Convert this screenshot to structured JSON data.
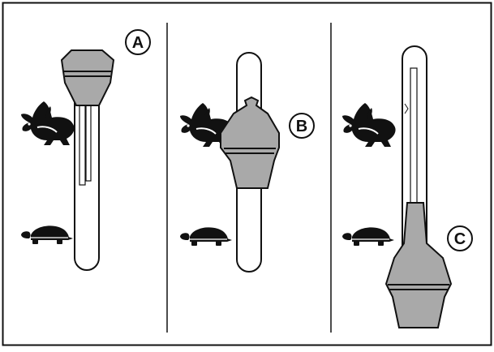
{
  "colors": {
    "ink": "#111111",
    "knob_fill": "#a9a9a9",
    "background": "#ffffff"
  },
  "panels": [
    {
      "id": "A",
      "label": "A",
      "setting": "fast",
      "icons": [
        "rabbit-icon",
        "turtle-icon"
      ]
    },
    {
      "id": "B",
      "label": "B",
      "setting": "medium",
      "icons": [
        "rabbit-icon",
        "turtle-icon"
      ]
    },
    {
      "id": "C",
      "label": "C",
      "setting": "slow",
      "icons": [
        "rabbit-icon",
        "turtle-icon"
      ]
    }
  ]
}
